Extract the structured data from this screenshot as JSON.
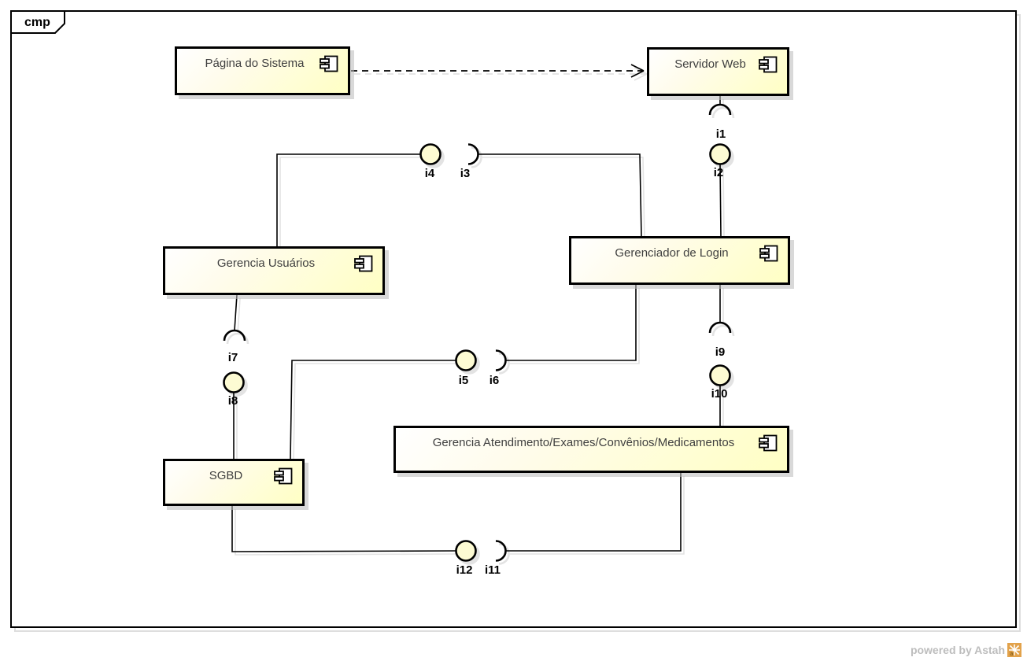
{
  "diagram": {
    "frame_label": "cmp",
    "components": [
      {
        "label": "Página do Sistema"
      },
      {
        "label": "Servidor Web"
      },
      {
        "label": "Gerencia Usuários"
      },
      {
        "label": "Gerenciador de Login"
      },
      {
        "label": "Gerencia Atendimento/Exames/Convênios/Medicamentos"
      },
      {
        "label": "SGBD"
      }
    ],
    "interfaces": [
      {
        "label": "i1",
        "kind": "socket"
      },
      {
        "label": "i2",
        "kind": "ball"
      },
      {
        "label": "i3",
        "kind": "socket"
      },
      {
        "label": "i4",
        "kind": "ball"
      },
      {
        "label": "i5",
        "kind": "ball"
      },
      {
        "label": "i6",
        "kind": "socket"
      },
      {
        "label": "i7",
        "kind": "socket"
      },
      {
        "label": "i8",
        "kind": "ball"
      },
      {
        "label": "i9",
        "kind": "socket"
      },
      {
        "label": "i10",
        "kind": "ball"
      },
      {
        "label": "i11",
        "kind": "socket"
      },
      {
        "label": "i12",
        "kind": "ball"
      }
    ],
    "colors": {
      "component_fill_start": "#ffffff",
      "component_fill_end": "#ffffc4",
      "border": "#000000",
      "shadow": "#e3e3e3",
      "ball_fill": "#fdfbd3",
      "label_text": "#3f3f3f",
      "logo_orange": "#e2a24b"
    }
  },
  "footer": {
    "powered_by": "powered by Astah"
  }
}
